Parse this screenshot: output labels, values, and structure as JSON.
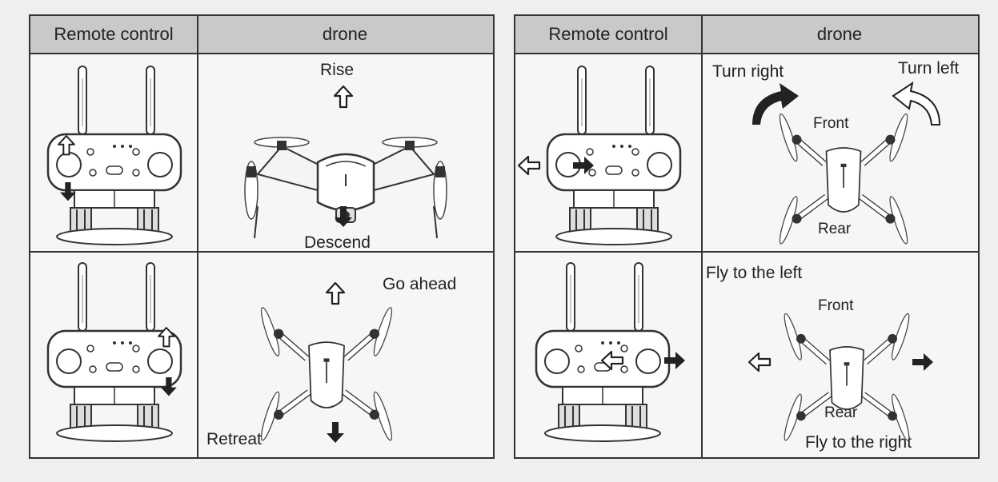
{
  "left_table": {
    "header_remote": "Remote control",
    "header_drone": "drone",
    "row1": {
      "top_label": "Rise",
      "bottom_label": "Descend"
    },
    "row2": {
      "forward_label": "Go ahead",
      "back_label": "Retreat"
    }
  },
  "right_table": {
    "header_remote": "Remote control",
    "header_drone": "drone",
    "row1": {
      "turn_right": "Turn right",
      "turn_left": "Turn left",
      "front": "Front",
      "rear": "Rear"
    },
    "row2": {
      "fly_left": "Fly to the left",
      "fly_right": "Fly to the right",
      "front": "Front",
      "rear": "Rear"
    }
  }
}
